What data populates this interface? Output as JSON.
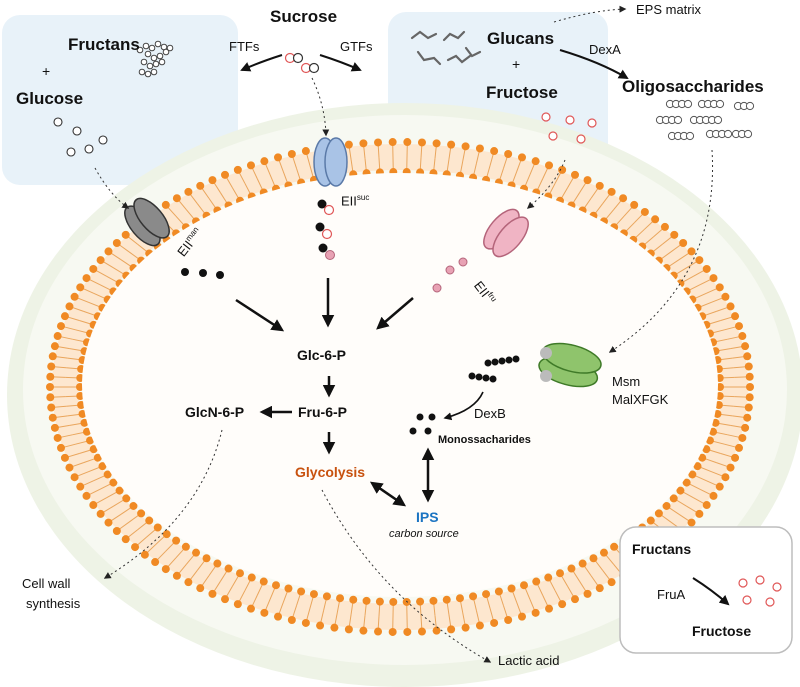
{
  "labels": {
    "sucrose": "Sucrose",
    "ftfs": "FTFs",
    "gtfs": "GTFs",
    "eps_matrix": "EPS matrix",
    "fructans_left": "Fructans",
    "plus_left": "+",
    "glucose": "Glucose",
    "glucans": "Glucans",
    "plus_right": "+",
    "fructose_top": "Fructose",
    "dexa": "DexA",
    "oligosaccharides": "Oligosaccharides",
    "eii_suc_base": "EII",
    "eii_suc_sup": "suc",
    "eii_man_base": "EII",
    "eii_man_sup": "man",
    "eii_fru_base": "EII",
    "eii_fru_sup": "fru",
    "glc6p": "Glc-6-P",
    "fru6p": "Fru-6-P",
    "glcn6p": "GlcN-6-P",
    "glycolysis": "Glycolysis",
    "ips": "IPS",
    "carbon_source": "carbon source",
    "dexb": "DexB",
    "monosaccharides": "Monossacharides",
    "msm": "Msm",
    "malxfgk": "MalXFGK",
    "cell_wall_1": "Cell wall",
    "cell_wall_2": "synthesis",
    "lactic_acid": "Lactic acid",
    "fructans_box": "Fructans",
    "frua": "FruA",
    "fructose_box": "Fructose"
  },
  "colors": {
    "membrane": "#f08a24",
    "membrane_tail": "#e9a55c",
    "outer_wall": "#eef3e6",
    "inner_cell": "#fdf4ea",
    "panel_blue": "#e8f2f9",
    "eii_suc": "#a9c3e6",
    "eii_man": "#8a8a8a",
    "eii_fru": "#f0b4c4",
    "msm": "#8fc46c",
    "fructose_dot": "#e05757",
    "glycolysis": "#c8520f",
    "ips": "#1b74c2"
  }
}
